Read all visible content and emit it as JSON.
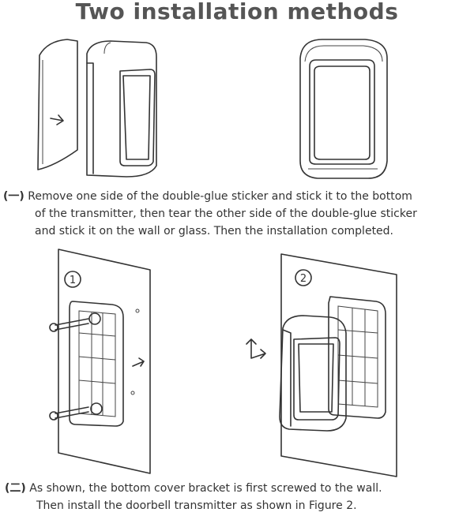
{
  "title": "Two installation methods",
  "method1": {
    "marker": "(一)",
    "lines": [
      "Remove one side of the double-glue sticker and stick it to the bottom",
      "of the transmitter, then tear the other side of the double-glue sticker",
      "and stick it on the wall or glass. Then the installation completed."
    ]
  },
  "method2": {
    "marker": "(二)",
    "lines": [
      "As shown, the bottom cover bracket is first screwed to the wall.",
      "Then install the doorbell transmitter as shown in Figure 2."
    ]
  },
  "figures": {
    "step1_label": "1",
    "step2_label": "2"
  }
}
